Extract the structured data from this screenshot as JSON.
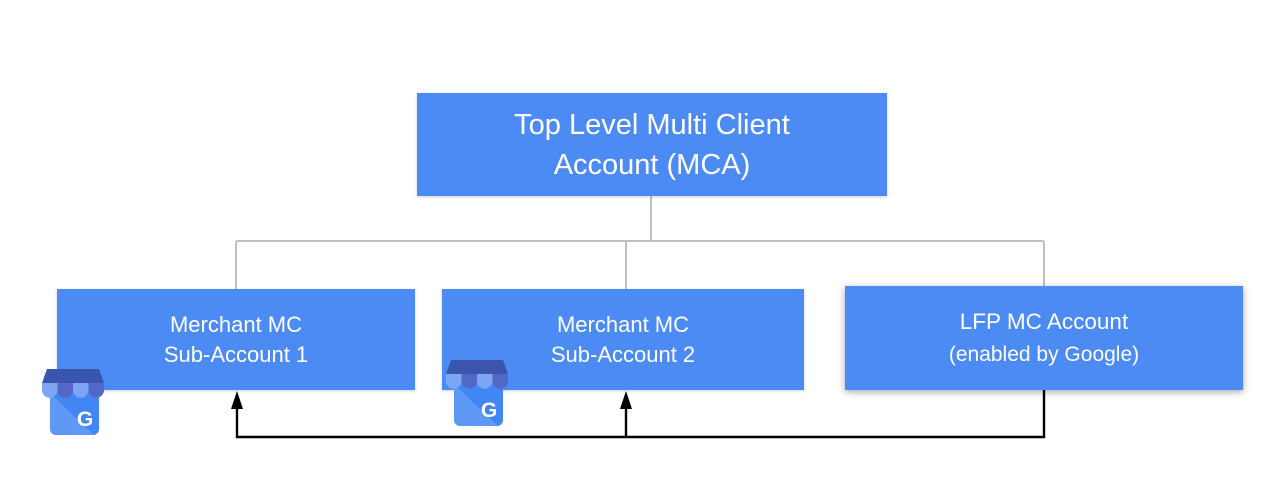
{
  "diagram": {
    "nodes": {
      "top": {
        "line1": "Top Level Multi Client",
        "line2": "Account (MCA)"
      },
      "merchant1": {
        "line1": "Merchant MC",
        "line2": "Sub-Account 1"
      },
      "merchant2": {
        "line1": "Merchant MC",
        "line2": "Sub-Account 2"
      },
      "lfp": {
        "line1": "LFP MC Account",
        "line2": "(enabled by Google)"
      }
    },
    "edges": [
      {
        "from": "top",
        "to": "merchant1",
        "style": "gray-tree-line"
      },
      {
        "from": "top",
        "to": "merchant2",
        "style": "gray-tree-line"
      },
      {
        "from": "top",
        "to": "lfp",
        "style": "gray-tree-line"
      },
      {
        "from": "lfp",
        "to": "merchant1",
        "style": "black-arrow"
      },
      {
        "from": "lfp",
        "to": "merchant2",
        "style": "black-arrow"
      }
    ],
    "icons": {
      "business_profile": "google-business-profile",
      "g_letter": "G"
    },
    "colors": {
      "node_fill": "#4c8bf4",
      "node_text": "#ffffff",
      "tree_line": "#c0c0c0",
      "arrow_line": "#000000",
      "icon_body": "#4285f4",
      "icon_awning_band": "#3b54ae",
      "icon_awning_dark": "#5467c6",
      "icon_awning_light": "#7ca6f4",
      "background": "#ffffff"
    }
  }
}
